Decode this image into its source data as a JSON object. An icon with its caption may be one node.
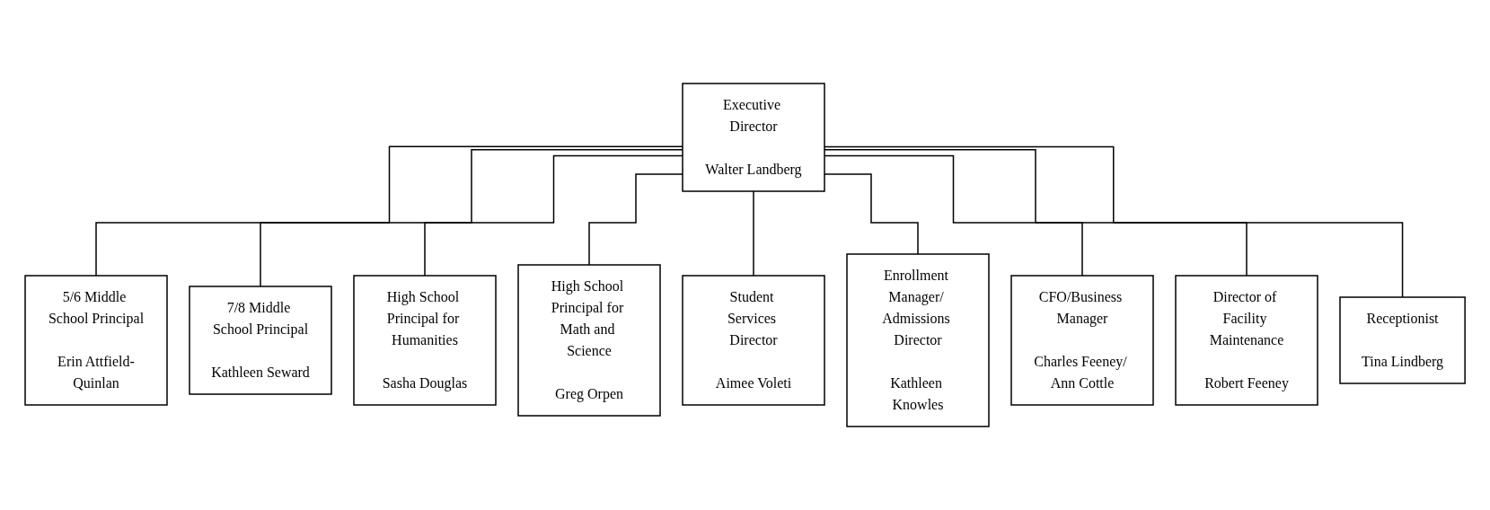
{
  "diagram": {
    "nodes": [
      {
        "text": [
          "Executive Director",
          "Walter Landberg"
        ]
      },
      {
        "text": [
          "5/6 Middle School Principal",
          "Erin Attfield-Quinlan"
        ]
      },
      {
        "text": [
          "7/8 Middle School Principal",
          "Kathleen Seward"
        ]
      },
      {
        "text": [
          "High School Principal for Humanities",
          "Sasha Douglas"
        ]
      },
      {
        "text": [
          "High School Principal for Math and Science",
          "Greg Orpen"
        ]
      },
      {
        "text": [
          "Student Services Director",
          "Aimee Voleti"
        ]
      },
      {
        "text": [
          "Enrollment Manager/ Admissions Director",
          "Kathleen Knowles"
        ]
      },
      {
        "text": [
          "CFO/Business Manager",
          "Charles Feeney/ Ann Cottle"
        ]
      },
      {
        "text": [
          "Director of Facility Maintenance",
          "Robert Feeney"
        ]
      },
      {
        "text": [
          "Receptionist",
          "Tina Lindberg"
        ]
      }
    ],
    "edges": [
      {
        "from": 0,
        "to": 1,
        "arrow": "none"
      },
      {
        "from": 0,
        "to": 2,
        "arrow": "none"
      },
      {
        "from": 0,
        "to": 3,
        "arrow": "none"
      },
      {
        "from": 0,
        "to": 4,
        "arrow": "none"
      },
      {
        "from": 0,
        "to": 5,
        "arrow": "none"
      },
      {
        "from": 0,
        "to": 6,
        "arrow": "none"
      },
      {
        "from": 0,
        "to": 7,
        "arrow": "none"
      },
      {
        "from": 0,
        "to": 8,
        "arrow": "none"
      },
      {
        "from": 0,
        "to": 9,
        "arrow": "none"
      }
    ]
  }
}
